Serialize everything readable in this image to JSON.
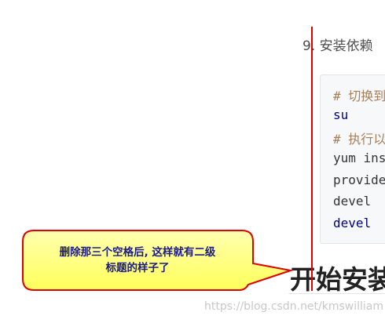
{
  "content": {
    "list_item_text": "9. 安装依赖",
    "code_lines": [
      {
        "text": "# 切换到",
        "kind": "comment"
      },
      {
        "text": "su",
        "kind": "kw"
      },
      {
        "text": "# 执行以",
        "kind": "comment"
      },
      {
        "text": "yum ins",
        "kind": "plain"
      },
      {
        "text": "provide",
        "kind": "plain"
      },
      {
        "text": "devel",
        "kind": "plain"
      },
      {
        "text": "devel",
        "kind": "kw"
      }
    ],
    "heading": "开始安装",
    "watermark": "https://blog.csdn.net/kmswilliam"
  },
  "annotation": {
    "callout_line1": "删除那三个空格后, 这样就有二级",
    "callout_line2": "标题的样子了"
  },
  "colors": {
    "callout_fill": "#ffff7a",
    "callout_border": "#e00000",
    "callout_text": "#1a1a8a",
    "marker_line": "#e00000"
  }
}
